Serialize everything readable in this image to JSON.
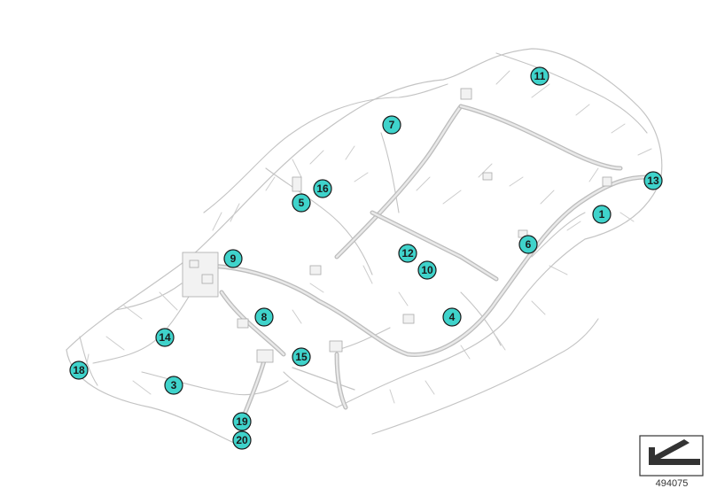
{
  "diagram": {
    "callouts": [
      "1",
      "3",
      "4",
      "5",
      "6",
      "7",
      "8",
      "9",
      "10",
      "11",
      "12",
      "13",
      "14",
      "15",
      "16",
      "18",
      "19",
      "20"
    ],
    "callout_color": "#3fd3cb",
    "callout_outline": "#1a1a1a",
    "wire_color": "#c4c4c4"
  },
  "footer": {
    "reference_number": "494075"
  }
}
